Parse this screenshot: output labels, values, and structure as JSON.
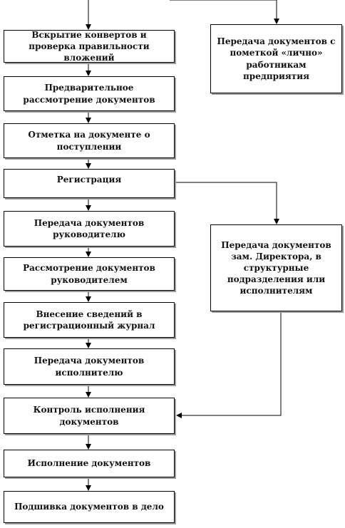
{
  "steps": [
    "Вскрытие конвертов и проверка правильности вложений",
    "Предварительное рассмотрение документов",
    "Отметка на документе о поступлении",
    "Регистрация",
    "Передача документов руководителю",
    "Рассмотрение документов руководителем",
    "Внесение сведений в регистрационный журнал",
    "Передача документов исполнителю",
    "Контроль исполнения документов",
    "Исполнение документов",
    "Подшивка документов в дело"
  ],
  "side_boxes": {
    "personal": "Передача документов с пометкой «лично» работникам предприятия",
    "deputy": "Передача документов зам. Директора, в структурные подразделения или исполнителям"
  }
}
